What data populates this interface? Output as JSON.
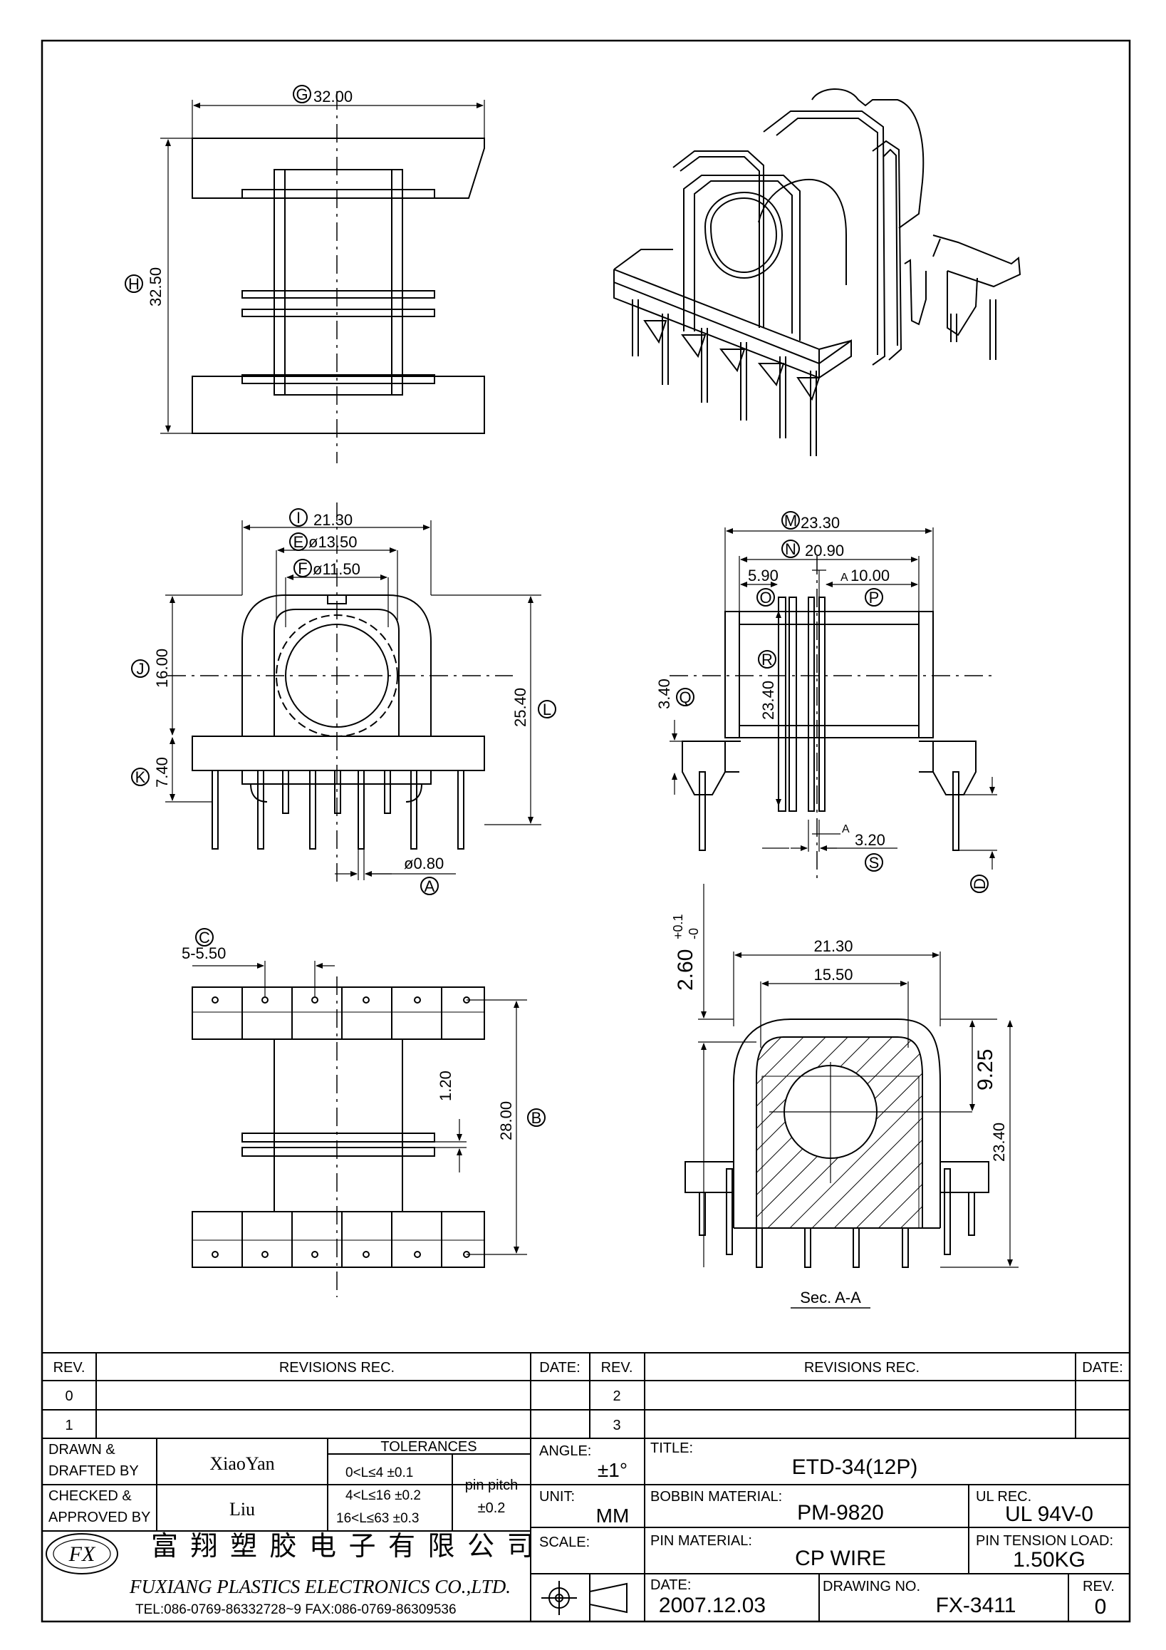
{
  "dims": {
    "G": "G",
    "G_val": "32.00",
    "H": "H",
    "H_val": "32.50",
    "I": "I",
    "I_val": "21.30",
    "E": "E",
    "E_val": "ø13.50",
    "F": "F",
    "F_val": "ø11.50",
    "J": "J",
    "J_val": "16.00",
    "K": "K",
    "K_val": "7.40",
    "L": "L",
    "L_val": "25.40",
    "A": "A",
    "A_val": "ø0.80",
    "M": "M",
    "M_val": "23.30",
    "N": "N",
    "N_val": "20.90",
    "O": "O",
    "O_val": "5.90",
    "P": "P",
    "P_val": "10.00",
    "Q": "Q",
    "Q_val": "3.40",
    "R": "R",
    "R_val": "23.40",
    "S": "S",
    "S_val": "3.20",
    "D": "D",
    "C": "C",
    "C_val": "5-5.50",
    "B": "B",
    "B_val": "28.00",
    "pin_gap_val": "1.20",
    "tol_val": "2.60",
    "tol_sup": "+0.1",
    "tol_sub": "-0",
    "sec_w1": "21.30",
    "sec_w2": "15.50",
    "sec_h1": "9.25",
    "sec_h2": "23.40",
    "sec_mark": "A",
    "section_label": "Sec. A-A"
  },
  "title_block": {
    "rev_header": "REV.",
    "revisions_header": "REVISIONS   REC.",
    "date_header": "DATE:",
    "rev_rows": [
      "0",
      "1"
    ],
    "rev_rows_right": [
      "2",
      "3"
    ],
    "drawn_label_1": "DRAWN  &",
    "drawn_label_2": "DRAFTED BY",
    "drawn_by": "XiaoYan",
    "checked_label_1": "CHECKED &",
    "checked_label_2": "APPROVED BY",
    "checked_by": "Liu",
    "tolerances_header": "TOLERANCES",
    "tol_1": "0<L≤4     ±0.1",
    "tol_2": "4<L≤16  ±0.2",
    "tol_3": "16<L≤63  ±0.3",
    "pin_pitch_label": "pin  pitch",
    "pin_pitch_val": "±0.2",
    "angle_label": "ANGLE:",
    "angle_val": "±1°",
    "unit_label": "UNIT:",
    "unit_val": "MM",
    "scale_label": "SCALE:",
    "title_label": "TITLE:",
    "title_val": "ETD-34(12P)",
    "bobbin_label": "BOBBIN  MATERIAL:",
    "bobbin_val": "PM-9820",
    "ul_label": "UL  REC.",
    "ul_val": "UL  94V-0",
    "pin_material_label": "PIN  MATERIAL:",
    "pin_material_val": "CP  WIRE",
    "tension_label": "PIN  TENSION  LOAD:",
    "tension_val": "1.50KG",
    "date_label": "DATE:",
    "date_val": "2007.12.03",
    "drawing_no_label": "DRAWING  NO.",
    "drawing_no_val": "FX-3411",
    "rev_label": "REV.",
    "rev_val": "0",
    "company_cn": "富 翔 塑 胶 电 子 有 限 公 司",
    "company_en": "FUXIANG  PLASTICS  ELECTRONICS  CO.,LTD.",
    "company_tel": "TEL:086-0769-86332728~9   FAX:086-0769-86309536",
    "logo_text": "FX"
  }
}
